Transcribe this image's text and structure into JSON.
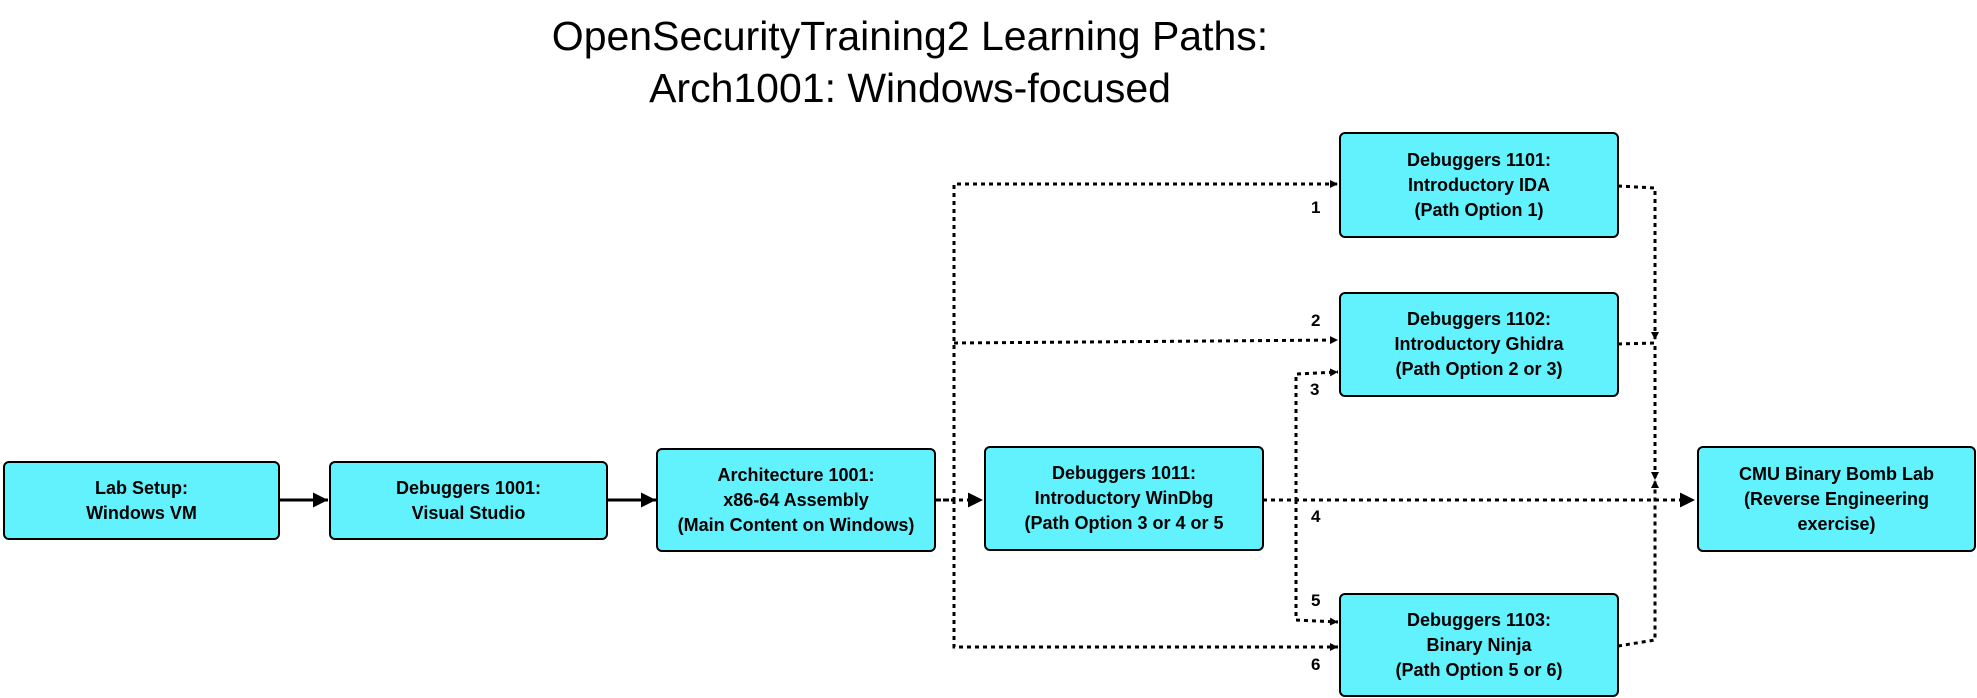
{
  "title": {
    "line1": "OpenSecurityTraining2 Learning Paths:",
    "line2": "Arch1001: Windows-focused"
  },
  "nodes": {
    "lab_setup": [
      "Lab Setup:",
      "Windows VM"
    ],
    "debuggers_1001": [
      "Debuggers 1001:",
      "Visual Studio"
    ],
    "architecture_1001": [
      "Architecture 1001:",
      "x86-64 Assembly",
      "(Main Content on Windows)"
    ],
    "debuggers_1011": [
      "Debuggers 1011:",
      "Introductory WinDbg",
      "(Path Option 3 or 4 or 5"
    ],
    "debuggers_1101": [
      "Debuggers 1101:",
      "Introductory IDA",
      "(Path Option 1)"
    ],
    "debuggers_1102": [
      "Debuggers 1102:",
      "Introductory Ghidra",
      "(Path Option 2 or 3)"
    ],
    "debuggers_1103": [
      "Debuggers 1103:",
      "Binary Ninja",
      "(Path Option 5 or 6)"
    ],
    "cmu_bomb_lab": [
      "CMU Binary Bomb Lab",
      "(Reverse Engineering",
      "exercise)"
    ]
  },
  "path_labels": [
    "1",
    "2",
    "3",
    "4",
    "5",
    "6"
  ],
  "colors": {
    "box_fill": "#62f2fe",
    "stroke": "#000000"
  }
}
